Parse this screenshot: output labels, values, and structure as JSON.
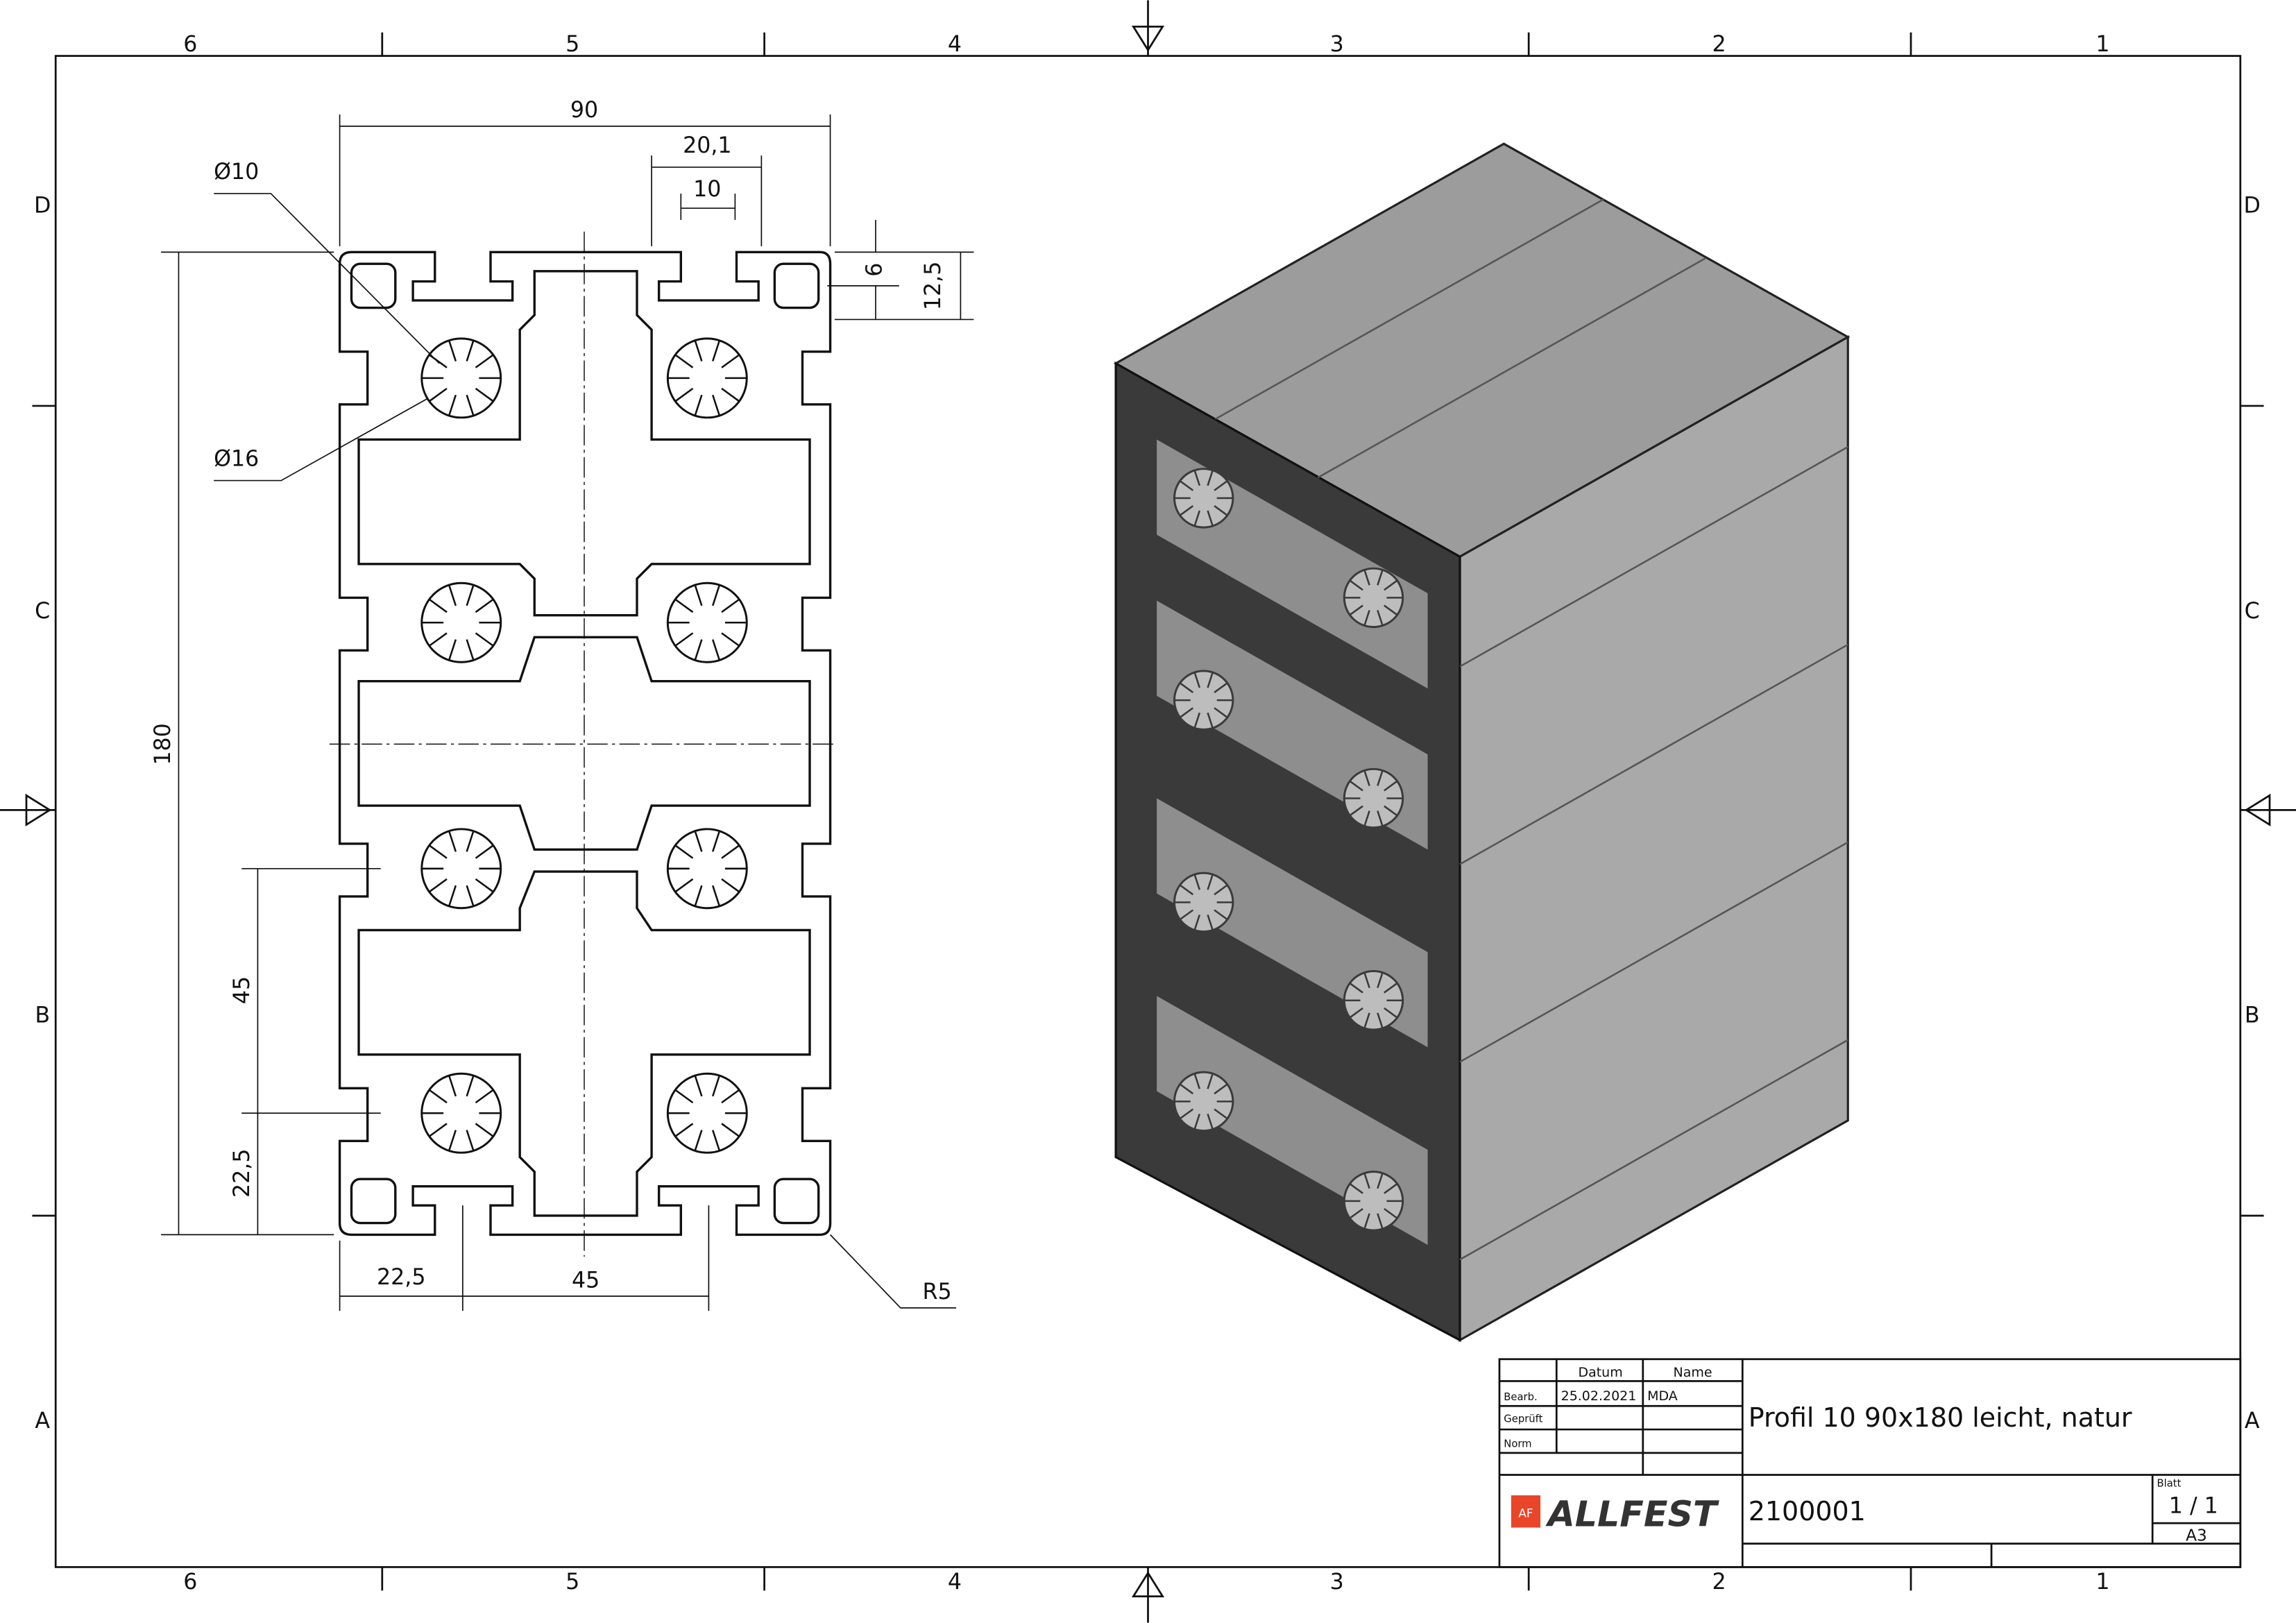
{
  "zones": {
    "columns": [
      "6",
      "5",
      "4",
      "3",
      "2",
      "1"
    ],
    "rows": [
      "D",
      "C",
      "B",
      "A"
    ]
  },
  "dimensions": {
    "width": "90",
    "slot_pitch": "20,1",
    "slot_width": "10",
    "dia_small": "Ø10",
    "dia_large": "Ø16",
    "height": "180",
    "depth_6": "6",
    "depth_12_5": "12,5",
    "pitch_45_v": "45",
    "offset_22_5_v": "22,5",
    "offset_22_5_h": "22,5",
    "pitch_45_h": "45",
    "radius": "R5"
  },
  "title_block": {
    "col_date": "Datum",
    "col_name": "Name",
    "row_bearb": "Bearb.",
    "row_geprueft": "Geprüft",
    "row_norm": "Norm",
    "bearb_date": "25.02.2021",
    "bearb_name": "MDA",
    "title": "Profil 10 90x180 leicht, natur",
    "company": "ALLFEST",
    "logo_mark": "AF",
    "drawing_number": "2100001",
    "sheet_label": "Blatt",
    "sheet": "1 / 1",
    "format": "A3"
  },
  "colors": {
    "logo_red": "#e8452a",
    "profile_dark": "#3a3a3a",
    "profile_face": "#a9a9a9"
  }
}
